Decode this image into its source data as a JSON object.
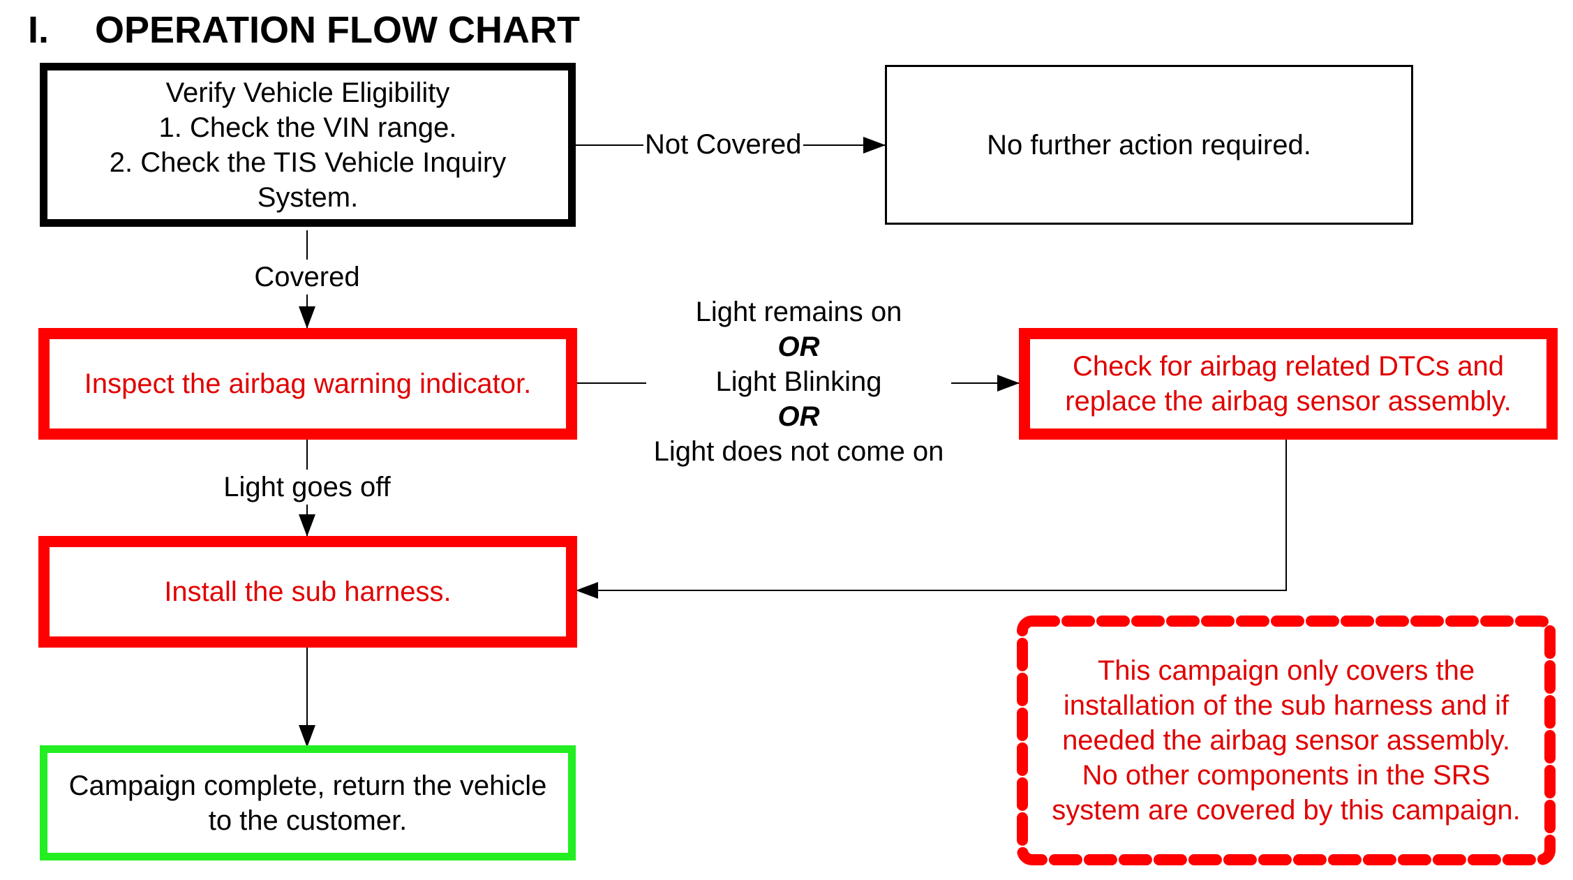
{
  "heading": {
    "number": "I.",
    "title": "OPERATION FLOW CHART"
  },
  "boxes": {
    "verify": {
      "text": "Verify Vehicle Eligibility\n1. Check the VIN range.\n2. Check the TIS Vehicle Inquiry\nSystem."
    },
    "no_action": {
      "text": "No further action required."
    },
    "inspect": {
      "text": "Inspect the airbag warning indicator."
    },
    "check_dtc": {
      "text": "Check for airbag related DTCs and\nreplace the airbag sensor assembly."
    },
    "install": {
      "text": "Install the sub harness."
    },
    "complete": {
      "text": "Campaign complete, return the vehicle\nto the customer."
    }
  },
  "note": {
    "text": "This campaign only covers the\ninstallation of the sub harness and if\nneeded the airbag sensor assembly.\nNo other components in the SRS\nsystem are covered by this campaign."
  },
  "edge_labels": {
    "not_covered": "Not Covered",
    "covered": "Covered",
    "light_goes_off": "Light goes off",
    "light_remains_on": "Light remains on",
    "or_1": "OR",
    "light_blinking": "Light Blinking",
    "or_2": "OR",
    "light_not_on": "Light does not come on"
  },
  "colors": {
    "start_border": "#000000",
    "action_border": "#ff0000",
    "action_text": "#e00000",
    "end_border": "#22ee22",
    "note_border": "#ff0000"
  }
}
